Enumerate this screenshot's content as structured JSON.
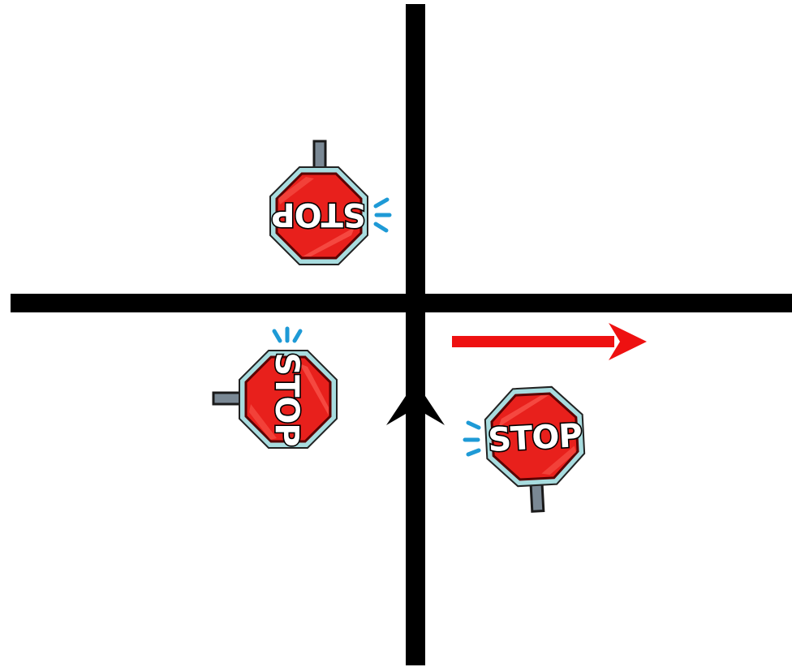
{
  "diagram": {
    "colors": {
      "road": "#000000",
      "background": "#ffffff",
      "arrow": "#ee1111",
      "sign_fill": "#e8201c",
      "sign_border": "#a8dcdf",
      "sign_outline": "#222222",
      "post": "#7a8894",
      "motion_marks": "#1e9ad6"
    },
    "signs": [
      {
        "id": "sign-north",
        "label": "STOP",
        "orientation_deg": 180
      },
      {
        "id": "sign-west",
        "label": "STOP",
        "orientation_deg": 90
      },
      {
        "id": "sign-south",
        "label": "STOP",
        "orientation_deg": 0
      }
    ],
    "arrows": [
      {
        "id": "arrow-east",
        "color_name": "red",
        "direction": "east"
      },
      {
        "id": "arrow-north",
        "color_name": "black",
        "direction": "north"
      }
    ]
  }
}
